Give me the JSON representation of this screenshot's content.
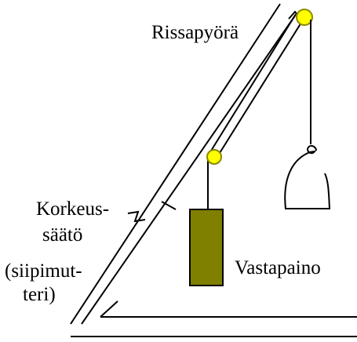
{
  "labels": {
    "pulley": "Rissapyörä",
    "height_adjust_line1": "Korkeus-",
    "height_adjust_line2": "säätö",
    "height_adjust_line3": "(siipimut-",
    "height_adjust_line4": "teri)",
    "counterweight": "Vastapaino"
  },
  "colors": {
    "pulley_fill": "#ffff00",
    "pulley_stroke": "#8a8a00",
    "counterweight_fill": "#7f7f00",
    "line": "#000000",
    "background": "#ffffff"
  }
}
